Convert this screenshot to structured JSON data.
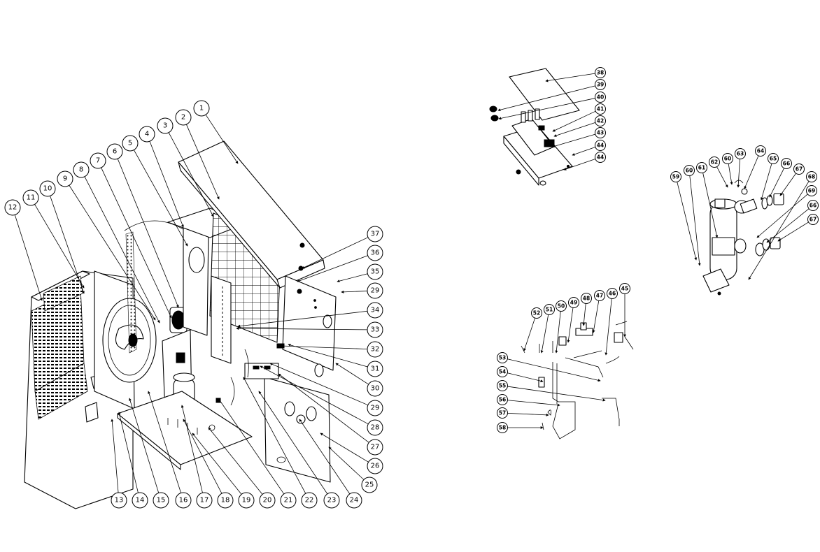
{
  "labels": [
    "1",
    "2",
    "3",
    "4",
    "5",
    "6",
    "7",
    "8",
    "9",
    "10",
    "11",
    "12",
    "13",
    "14",
    "15",
    "16",
    "17",
    "18",
    "19",
    "20",
    "21",
    "22",
    "23",
    "24",
    "25",
    "26",
    "27",
    "28",
    "29",
    "30",
    "31",
    "32",
    "33",
    "34",
    "35",
    "29",
    "36",
    "37",
    "38",
    "39",
    "40",
    "41",
    "42",
    "43",
    "44",
    "44",
    "45",
    "46",
    "47",
    "48",
    "49",
    "50",
    "51",
    "52",
    "53",
    "54",
    "55",
    "56",
    "57",
    "58",
    "59",
    "60",
    "61",
    "62",
    "60",
    "63",
    "64",
    "65",
    "66",
    "67",
    "68",
    "69",
    "66",
    "67"
  ]
}
